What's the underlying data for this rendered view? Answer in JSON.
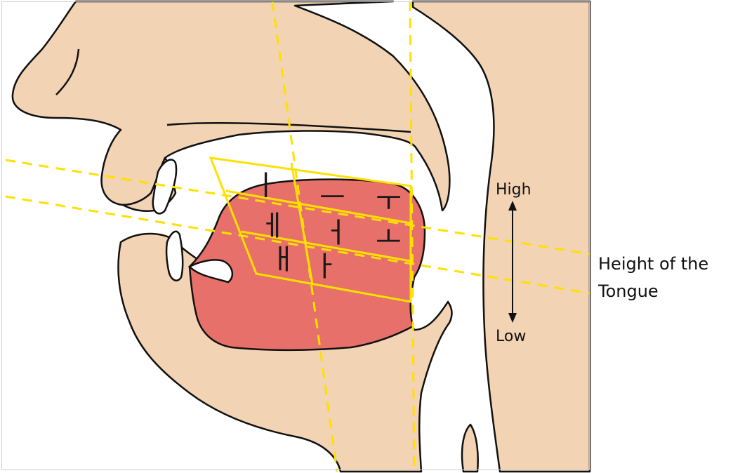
{
  "vowels": {
    "i": "ㅣ",
    "eu": "ㅡ",
    "u": "ㅜ",
    "e": "ㅔ",
    "eo": "ㅓ",
    "o": "ㅗ",
    "ae": "ㅐ",
    "a": "ㅏ"
  },
  "scale": {
    "high": "High",
    "low": "Low"
  },
  "caption": {
    "line1": "Height of the",
    "line2": "Tongue"
  },
  "colors": {
    "skin": "#f2d3b3",
    "tongue": "#e8706a",
    "guide_lines": "#ffe000",
    "outline": "#111111"
  }
}
